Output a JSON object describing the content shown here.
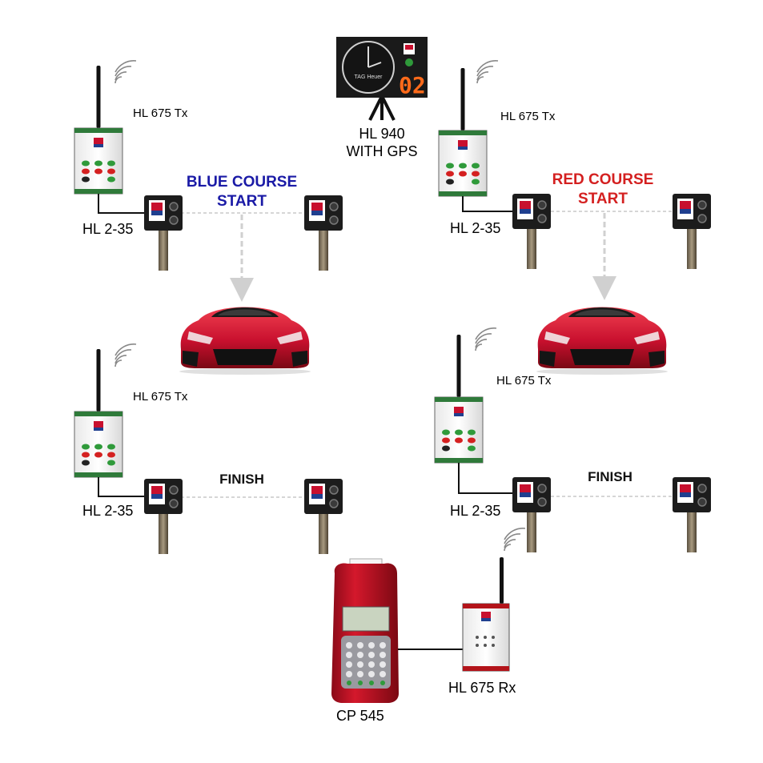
{
  "colors": {
    "blue_title": "#1a1aa6",
    "red_title": "#d42020",
    "finish_title": "#111111",
    "car_body": "#c8102e",
    "tx_green": "#2f7a3a",
    "rx_red": "#b3141a",
    "beam": "#c8c8c8",
    "arrow": "#d0d0d0"
  },
  "icons": [
    "radio-waves-icon",
    "antenna-icon",
    "tag-heuer-logo-icon",
    "photocell-icon",
    "car-icon",
    "clock-display-icon",
    "printer-icon"
  ],
  "display_board": {
    "label_line1": "HL 940",
    "label_line2": "WITH GPS",
    "digits": "02",
    "brand": "TAG Heuer"
  },
  "blue_course": {
    "title_line1": "BLUE COURSE",
    "title_line2": "START",
    "start_tx_label": "HL 675 Tx",
    "start_cell_label": "HL 2-35",
    "finish_title": "FINISH",
    "finish_tx_label": "HL 675 Tx",
    "finish_cell_label": "HL 2-35"
  },
  "red_course": {
    "title_line1": "RED COURSE",
    "title_line2": "START",
    "start_tx_label": "HL 675 Tx",
    "start_cell_label": "HL 2-35",
    "finish_title": "FINISH",
    "finish_tx_label": "HL 675 Tx",
    "finish_cell_label": "HL 2-35"
  },
  "printer": {
    "label": "CP 545"
  },
  "receiver": {
    "label": "HL 675 Rx"
  }
}
